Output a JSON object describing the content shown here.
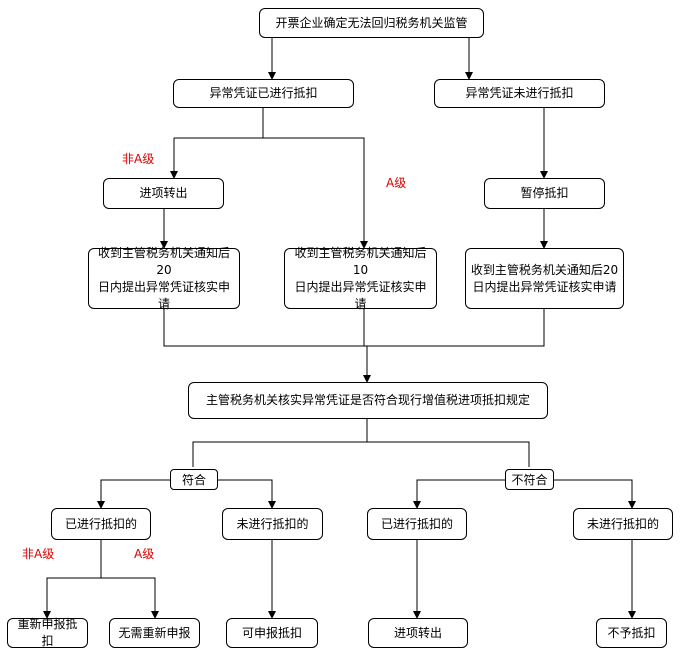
{
  "colors": {
    "line": "#000000",
    "label": "#e00000"
  },
  "nodes": {
    "start": "开票企业确定无法回归税务机关监管",
    "deducted": "异常凭证已进行抵扣",
    "not_deducted": "异常凭证未进行抵扣",
    "transfer_out": "进项转出",
    "suspend": "暂停抵扣",
    "notice20_left": "收到主管税务机关通知后20\n日内提出异常凭证核实申请",
    "notice10": "收到主管税务机关通知后10\n日内提出异常凭证核实申请",
    "notice20_right": "收到主管税务机关通知后20\n日内提出异常凭证核实申请",
    "verify": "主管税务机关核实异常凭证是否符合现行增值税进项抵扣规定",
    "match": "符合",
    "no_match": "不符合",
    "match_deducted": "已进行抵扣的",
    "match_not_deducted": "未进行抵扣的",
    "nomatch_deducted": "已进行抵扣的",
    "nomatch_not_deducted": "未进行抵扣的",
    "redeclare": "重新申报抵扣",
    "no_redeclare": "无需重新申报",
    "can_declare": "可申报抵扣",
    "nomatch_transfer_out": "进项转出",
    "no_deduct": "不予抵扣"
  },
  "edge_labels": {
    "non_a_top": "非A级",
    "a_top": "A级",
    "non_a_bottom": "非A级",
    "a_bottom": "A级"
  }
}
